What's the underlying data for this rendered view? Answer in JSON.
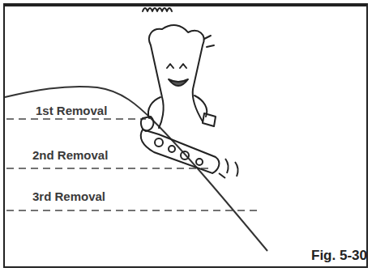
{
  "diagram": {
    "caption": "Fig. 5-30",
    "labels": [
      "1st Removal",
      "2nd Removal",
      "3rd Removal"
    ]
  }
}
